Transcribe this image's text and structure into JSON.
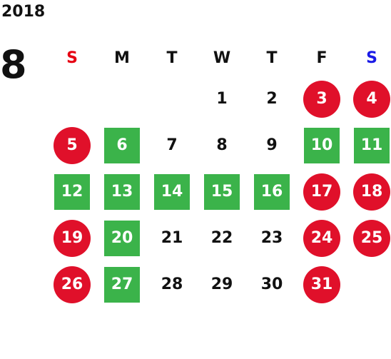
{
  "calendar": {
    "year": "2018",
    "month": "8",
    "weekdays": [
      {
        "label": "S",
        "kind": "sun"
      },
      {
        "label": "M",
        "kind": "normal"
      },
      {
        "label": "T",
        "kind": "normal"
      },
      {
        "label": "W",
        "kind": "normal"
      },
      {
        "label": "T",
        "kind": "normal"
      },
      {
        "label": "F",
        "kind": "normal"
      },
      {
        "label": "S",
        "kind": "sat"
      }
    ],
    "weeks": [
      [
        {
          "day": "",
          "type": "empty"
        },
        {
          "day": "",
          "type": "empty"
        },
        {
          "day": "",
          "type": "empty"
        },
        {
          "day": "1",
          "type": "normal"
        },
        {
          "day": "2",
          "type": "normal"
        },
        {
          "day": "3",
          "type": "holiday"
        },
        {
          "day": "4",
          "type": "holiday"
        }
      ],
      [
        {
          "day": "5",
          "type": "holiday"
        },
        {
          "day": "6",
          "type": "open"
        },
        {
          "day": "7",
          "type": "normal"
        },
        {
          "day": "8",
          "type": "normal"
        },
        {
          "day": "9",
          "type": "normal"
        },
        {
          "day": "10",
          "type": "open"
        },
        {
          "day": "11",
          "type": "open"
        }
      ],
      [
        {
          "day": "12",
          "type": "open"
        },
        {
          "day": "13",
          "type": "open"
        },
        {
          "day": "14",
          "type": "open"
        },
        {
          "day": "15",
          "type": "open"
        },
        {
          "day": "16",
          "type": "open"
        },
        {
          "day": "17",
          "type": "holiday"
        },
        {
          "day": "18",
          "type": "holiday"
        }
      ],
      [
        {
          "day": "19",
          "type": "holiday"
        },
        {
          "day": "20",
          "type": "open"
        },
        {
          "day": "21",
          "type": "normal"
        },
        {
          "day": "22",
          "type": "normal"
        },
        {
          "day": "23",
          "type": "normal"
        },
        {
          "day": "24",
          "type": "holiday"
        },
        {
          "day": "25",
          "type": "holiday"
        }
      ],
      [
        {
          "day": "26",
          "type": "holiday"
        },
        {
          "day": "27",
          "type": "open"
        },
        {
          "day": "28",
          "type": "normal"
        },
        {
          "day": "29",
          "type": "normal"
        },
        {
          "day": "30",
          "type": "normal"
        },
        {
          "day": "31",
          "type": "holiday"
        },
        {
          "day": "",
          "type": "empty"
        }
      ]
    ],
    "colors": {
      "holiday_circle": "#e0102a",
      "open_square": "#3bb34a",
      "sunday_header": "#e60012",
      "saturday_header": "#1a1ae6"
    }
  }
}
